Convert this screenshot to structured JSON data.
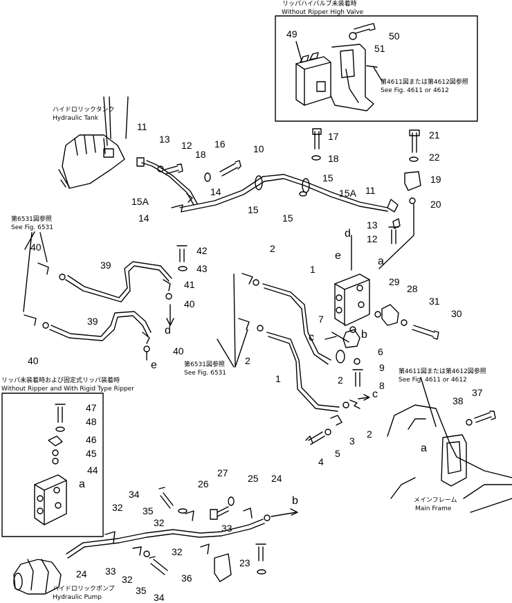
{
  "notes": {
    "without_high_valve_jp": "リッパハイバルブ未装着時",
    "without_high_valve_en": "Without Ripper High Valve",
    "see_4611_top_jp": "第4611図または第4612図参照",
    "see_4611_top_en": "See Fig. 4611 or 4612",
    "hydraulic_tank_jp": "ハイドロリックタンク",
    "hydraulic_tank_en": "Hydraulic Tank",
    "see_6531_left_jp": "第6531図参照",
    "see_6531_left_en": "See Fig. 6531",
    "see_6531_mid_jp": "第6531図参照",
    "see_6531_mid_en": "See Fig. 6531",
    "without_ripper_jp": "リッパ未装着時および固定式リッパ装着時",
    "without_ripper_en": "Without Ripper and With Rigid Type Ripper",
    "see_4611_right_jp": "第4611図または第4612図参照",
    "see_4611_right_en": "See Fig. 4611 or 4612",
    "main_frame_jp": "メインフレーム",
    "main_frame_en": "Main Frame",
    "pump_jp": "ハイドロリックポンプ",
    "pump_en": "Hydraulic Pump"
  },
  "parts": {
    "p49": "49",
    "p50": "50",
    "p51": "51",
    "p11a": "11",
    "p13a": "13",
    "p12a": "12",
    "p18a": "18",
    "p16": "16",
    "p10": "10",
    "p17": "17",
    "p18b": "18",
    "p21": "21",
    "p22": "22",
    "p15a": "15",
    "p15b": "15A",
    "p19": "19",
    "p11b": "11",
    "p20": "20",
    "p14a": "14",
    "p15A1": "15A",
    "p14b": "14",
    "p15c": "15",
    "p15d": "15",
    "p13b": "13",
    "p12b": "12",
    "p40a": "40",
    "p42": "42",
    "p43": "43",
    "p39a": "39",
    "p41": "41",
    "p40b": "40",
    "p39b": "39",
    "p40c": "40",
    "p40d": "40",
    "p2a": "2",
    "p1a": "1",
    "p29": "29",
    "p28": "28",
    "p31": "31",
    "p30": "30",
    "p7": "7",
    "p6": "6",
    "p9": "9",
    "p8": "8",
    "p2b": "2",
    "p1b": "1",
    "p2c": "2",
    "p3": "3",
    "p2d": "2",
    "p5": "5",
    "p4": "4",
    "p47": "47",
    "p48": "48",
    "p46": "46",
    "p45": "45",
    "p44": "44",
    "p38": "38",
    "p37": "37",
    "p34a": "34",
    "p35a": "35",
    "p26": "26",
    "p27": "27",
    "p25": "25",
    "p24a": "24",
    "p32a": "32",
    "p32b": "32",
    "p33a": "33",
    "p24b": "24",
    "p33b": "33",
    "p32c": "32",
    "p32d": "32",
    "p35b": "35",
    "p34b": "34",
    "p23": "23",
    "p36": "36"
  },
  "ports": {
    "a1": "a",
    "b1": "b",
    "c1": "c",
    "d1": "d",
    "e1": "e",
    "a2": "a",
    "b2": "b",
    "c2": "c",
    "d2": "d",
    "e2": "e",
    "a3": "a",
    "a4": "a"
  }
}
